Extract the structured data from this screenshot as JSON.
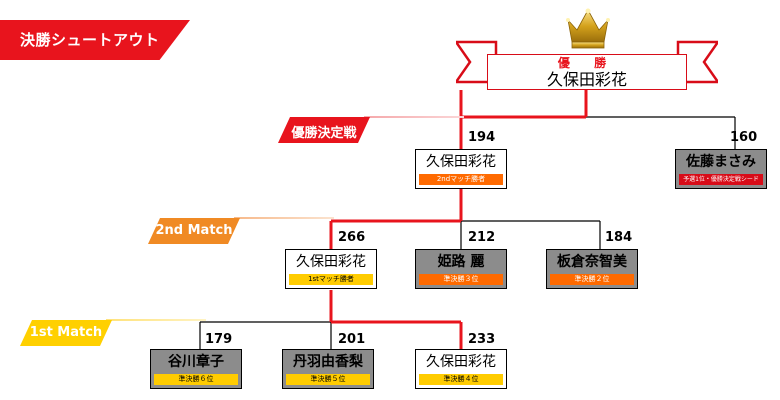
{
  "header": {
    "title": "決勝シュートアウト"
  },
  "champion": {
    "label": "優 勝",
    "name": "久保田彩花"
  },
  "rounds": [
    {
      "label": "優勝決定戦"
    },
    {
      "label": "2nd Match"
    },
    {
      "label": "1st Match"
    }
  ],
  "final": {
    "players": [
      {
        "name": "久保田彩花",
        "score": "194",
        "rank": "2ndマッチ勝者"
      },
      {
        "name": "佐藤まさみ",
        "score": "160",
        "rank": "予選1位・優勝決定戦シード"
      }
    ]
  },
  "second": {
    "players": [
      {
        "name": "久保田彩花",
        "score": "266",
        "rank": "1stマッチ勝者"
      },
      {
        "name": "姫路 麗",
        "score": "212",
        "rank": "準決勝３位"
      },
      {
        "name": "板倉奈智美",
        "score": "184",
        "rank": "準決勝２位"
      }
    ]
  },
  "first": {
    "players": [
      {
        "name": "谷川章子",
        "score": "179",
        "rank": "準決勝６位"
      },
      {
        "name": "丹羽由香梨",
        "score": "201",
        "rank": "準決勝５位"
      },
      {
        "name": "久保田彩花",
        "score": "233",
        "rank": "準決勝４位"
      }
    ]
  },
  "colors": {
    "red": "#e8141d",
    "orange": "#f08a24",
    "yellow": "#ffd000",
    "loser_gray": "#8c8c8c",
    "crown": "#d4a21c"
  }
}
